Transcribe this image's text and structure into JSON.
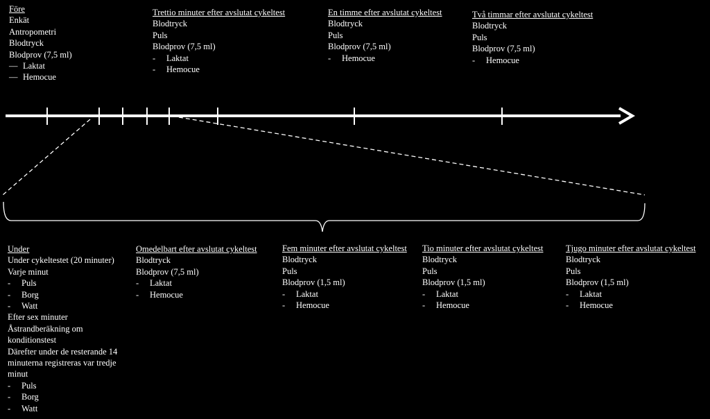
{
  "top": [
    {
      "id": "fore",
      "header": "Före",
      "lines": [
        "Enkät",
        "Antropometri",
        "Blodtryck",
        "Blodprov (7,5 ml)"
      ],
      "bullets": [
        "Laktat",
        "Hemocue"
      ],
      "bullet_mark": "—"
    },
    {
      "id": "trettio",
      "header": "Trettio minuter efter avslutat cykeltest",
      "lines": [
        "Blodtryck",
        "Puls",
        "Blodprov (7,5 ml)"
      ],
      "bullets": [
        "Laktat",
        "Hemocue"
      ],
      "bullet_mark": "-"
    },
    {
      "id": "entimme",
      "header": "En timme efter avslutat cykeltest",
      "lines": [
        "Blodtryck",
        "Puls",
        "Blodprov (7,5 ml)"
      ],
      "bullets": [
        "Hemocue"
      ],
      "bullet_mark": "-"
    },
    {
      "id": "tvatimmar",
      "header": "Två timmar efter avslutat cykeltest",
      "lines": [
        "Blodtryck",
        "Puls",
        "Blodprov (7,5 ml)"
      ],
      "bullets": [
        "Hemocue"
      ],
      "bullet_mark": "-"
    }
  ],
  "bottom": [
    {
      "id": "under",
      "header": "Under",
      "items": [
        {
          "t": "line",
          "v": "Under cykeltestet (20 minuter)"
        },
        {
          "t": "line",
          "v": "Varje minut"
        },
        {
          "t": "bullet",
          "v": "Puls"
        },
        {
          "t": "bullet",
          "v": "Borg"
        },
        {
          "t": "bullet",
          "v": "Watt"
        },
        {
          "t": "line",
          "v": "Efter sex minuter"
        },
        {
          "t": "line",
          "v": "Åstrandberäkning om"
        },
        {
          "t": "line",
          "v": "konditionstest"
        },
        {
          "t": "line",
          "v": "Därefter under de resterande 14"
        },
        {
          "t": "line",
          "v": "minuterna registreras var tredje"
        },
        {
          "t": "line",
          "v": "minut"
        },
        {
          "t": "bullet",
          "v": "Puls"
        },
        {
          "t": "bullet",
          "v": "Borg"
        },
        {
          "t": "bullet",
          "v": "Watt"
        }
      ]
    },
    {
      "id": "omedelbart",
      "header": "Omedelbart efter avslutat cykeltest",
      "items": [
        {
          "t": "line",
          "v": "Blodtryck"
        },
        {
          "t": "line",
          "v": "Blodprov (7,5 ml)"
        },
        {
          "t": "bullet",
          "v": "Laktat"
        },
        {
          "t": "bullet",
          "v": "Hemocue"
        }
      ]
    },
    {
      "id": "fem",
      "header": "Fem minuter efter avslutat cykeltest",
      "items": [
        {
          "t": "line",
          "v": "Blodtryck"
        },
        {
          "t": "line",
          "v": "Puls"
        },
        {
          "t": "line",
          "v": "Blodprov (1,5 ml)"
        },
        {
          "t": "bullet",
          "v": "Laktat"
        },
        {
          "t": "bullet",
          "v": "Hemocue"
        }
      ]
    },
    {
      "id": "tio",
      "header": "Tio minuter efter avslutat cykeltest",
      "items": [
        {
          "t": "line",
          "v": "Blodtryck"
        },
        {
          "t": "line",
          "v": "Puls"
        },
        {
          "t": "line",
          "v": "Blodprov (1,5 ml)"
        },
        {
          "t": "bullet",
          "v": "Laktat"
        },
        {
          "t": "bullet",
          "v": "Hemocue"
        }
      ]
    },
    {
      "id": "tjugo",
      "header": "Tjugo minuter efter avslutat cykeltest",
      "items": [
        {
          "t": "line",
          "v": "Blodtryck"
        },
        {
          "t": "line",
          "v": "Puls"
        },
        {
          "t": "line",
          "v": "Blodprov (1,5 ml)"
        },
        {
          "t": "bullet",
          "v": "Laktat"
        },
        {
          "t": "bullet",
          "v": "Hemocue"
        }
      ]
    }
  ],
  "colors": {
    "background": "#000000",
    "foreground": "#ffffff"
  }
}
